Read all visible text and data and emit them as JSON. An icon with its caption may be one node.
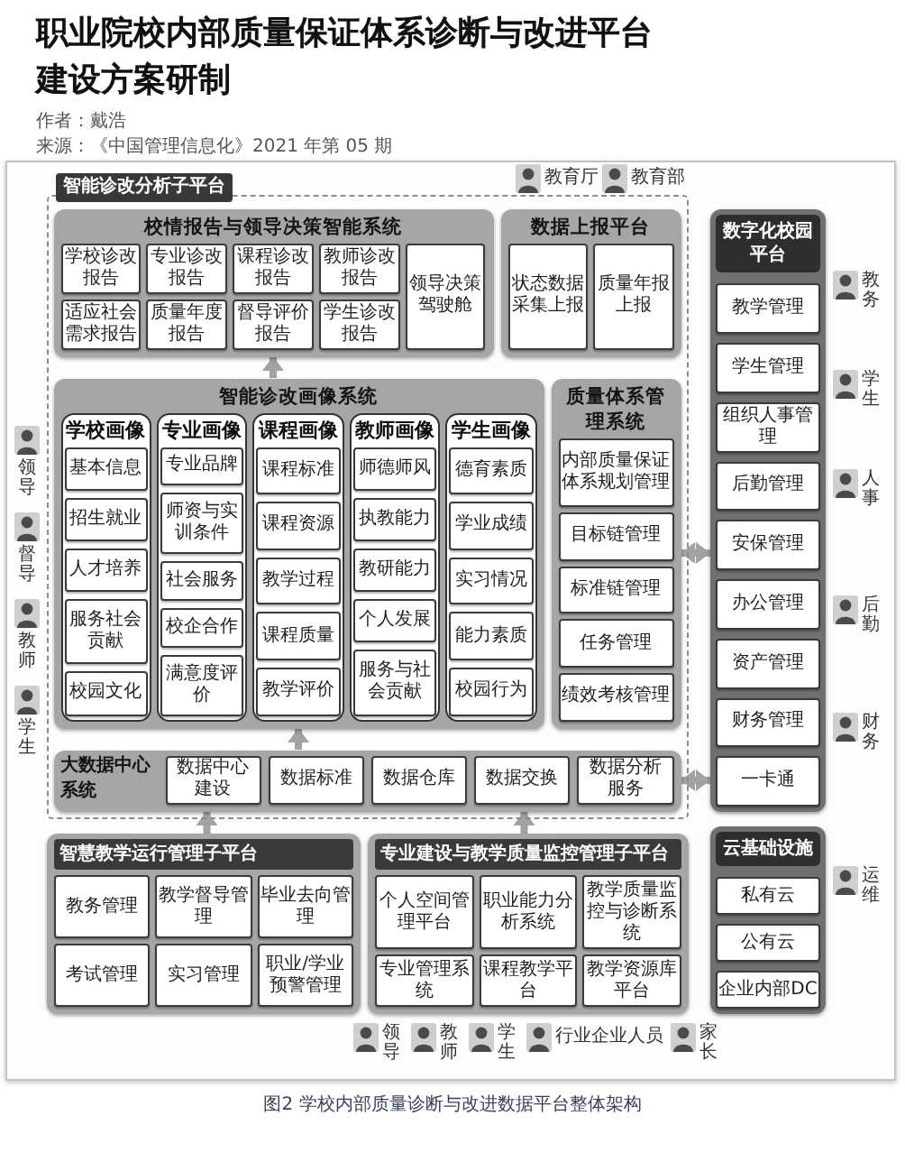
{
  "diagram": {
    "title": "职业院校内部质量保证体系诊断与改进平台建设方案研制",
    "caption": "图2 学校内部质量诊断与改进数据平台整体架构",
    "nodes": [
      {
        "text": [
          "智能诊改分析子平台"
        ]
      },
      {
        "text": [
          "校情报告与领导决策智能系统"
        ],
        "in": 0
      },
      {
        "text": [
          "学校诊改报告"
        ],
        "in": 1
      },
      {
        "text": [
          "专业诊改报告"
        ],
        "in": 1
      },
      {
        "text": [
          "课程诊改报告"
        ],
        "in": 1
      },
      {
        "text": [
          "教师诊改报告"
        ],
        "in": 1
      },
      {
        "text": [
          "领导决策驾驶舱"
        ],
        "in": 1
      },
      {
        "text": [
          "适应社会需求报告"
        ],
        "in": 1
      },
      {
        "text": [
          "质量年度报告"
        ],
        "in": 1
      },
      {
        "text": [
          "督导评价报告"
        ],
        "in": 1
      },
      {
        "text": [
          "学生诊改报告"
        ],
        "in": 1
      },
      {
        "text": [
          "数据上报平台"
        ],
        "in": 0
      },
      {
        "text": [
          "状态数据采集上报"
        ],
        "in": 11
      },
      {
        "text": [
          "质量年报上报"
        ],
        "in": 11
      },
      {
        "text": [
          "数字化校园平台"
        ]
      },
      {
        "text": [
          "教学管理"
        ],
        "in": 14
      },
      {
        "text": [
          "学生管理"
        ],
        "in": 14
      },
      {
        "text": [
          "组织人事管理"
        ],
        "in": 14
      },
      {
        "text": [
          "后勤管理"
        ],
        "in": 14
      },
      {
        "text": [
          "安保管理"
        ],
        "in": 14
      },
      {
        "text": [
          "办公管理"
        ],
        "in": 14
      },
      {
        "text": [
          "资产管理"
        ],
        "in": 14
      },
      {
        "text": [
          "财务管理"
        ],
        "in": 14
      },
      {
        "text": [
          "一卡通"
        ],
        "in": 14
      },
      {
        "text": [
          "智能诊改画像系统"
        ],
        "in": 0
      },
      {
        "text": [
          "学校画像"
        ],
        "in": 24
      },
      {
        "text": [
          "基本信息"
        ],
        "in": 25
      },
      {
        "text": [
          "招生就业"
        ],
        "in": 25
      },
      {
        "text": [
          "人才培养"
        ],
        "in": 25
      },
      {
        "text": [
          "服务社会贡献"
        ],
        "in": 25
      },
      {
        "text": [
          "校园文化"
        ],
        "in": 25
      },
      {
        "text": [
          "专业画像"
        ],
        "in": 24
      },
      {
        "text": [
          "专业品牌"
        ],
        "in": 31
      },
      {
        "text": [
          "师资与实训条件"
        ],
        "in": 31
      },
      {
        "text": [
          "社会服务"
        ],
        "in": 31
      },
      {
        "text": [
          "校企合作"
        ],
        "in": 31
      },
      {
        "text": [
          "满意度评价"
        ],
        "in": 31
      },
      {
        "text": [
          "课程画像"
        ],
        "in": 24
      },
      {
        "text": [
          "课程标准"
        ],
        "in": 37
      },
      {
        "text": [
          "课程资源"
        ],
        "in": 37
      },
      {
        "text": [
          "教学过程"
        ],
        "in": 37
      },
      {
        "text": [
          "课程质量"
        ],
        "in": 37
      },
      {
        "text": [
          "教学评价"
        ],
        "in": 37
      },
      {
        "text": [
          "教师画像"
        ],
        "in": 24
      },
      {
        "text": [
          "师德师风"
        ],
        "in": 43
      },
      {
        "text": [
          "执教能力"
        ],
        "in": 43
      },
      {
        "text": [
          "教研能力"
        ],
        "in": 43
      },
      {
        "text": [
          "个人发展"
        ],
        "in": 43
      },
      {
        "text": [
          "服务与社会贡献"
        ],
        "in": 43
      },
      {
        "text": [
          "学生画像"
        ],
        "in": 24
      },
      {
        "text": [
          "德育素质"
        ],
        "in": 49
      },
      {
        "text": [
          "学业成绩"
        ],
        "in": 49
      },
      {
        "text": [
          "实习情况"
        ],
        "in": 49
      },
      {
        "text": [
          "能力素质"
        ],
        "in": 49
      },
      {
        "text": [
          "校园行为"
        ],
        "in": 49
      },
      {
        "text": [
          "质量体系管理系统"
        ],
        "in": 0
      },
      {
        "text": [
          "内部质量保证体系规划管理"
        ],
        "in": 55
      },
      {
        "text": [
          "目标链管理"
        ],
        "in": 55
      },
      {
        "text": [
          "标准链管理"
        ],
        "in": 55
      },
      {
        "text": [
          "任务管理"
        ],
        "in": 55
      },
      {
        "text": [
          "绩效考核管理"
        ],
        "in": 55
      },
      {
        "text": [
          "大数据中心系统"
        ],
        "in": 0
      },
      {
        "text": [
          "数据中心建设"
        ],
        "in": 61
      },
      {
        "text": [
          "数据标准"
        ],
        "in": 61
      },
      {
        "text": [
          "数据仓库"
        ],
        "in": 61
      },
      {
        "text": [
          "数据交换"
        ],
        "in": 61
      },
      {
        "text": [
          "数据分析服务"
        ],
        "in": 61
      },
      {
        "text": [
          "智慧教学运行管理子平台"
        ]
      },
      {
        "text": [
          "教务管理"
        ],
        "in": 67
      },
      {
        "text": [
          "教学督导管理"
        ],
        "in": 67
      },
      {
        "text": [
          "毕业去向管理"
        ],
        "in": 67
      },
      {
        "text": [
          "考试管理"
        ],
        "in": 67
      },
      {
        "text": [
          "实习管理"
        ],
        "in": 67
      },
      {
        "text": [
          "职业/学业预警管理"
        ],
        "in": 67
      },
      {
        "text": [
          "专业建设与教学质量监控管理子平台"
        ]
      },
      {
        "text": [
          "个人空间管理平台"
        ],
        "in": 74
      },
      {
        "text": [
          "职业能力分析系统"
        ],
        "in": 74
      },
      {
        "text": [
          "教学质量监控与诊断系统"
        ],
        "in": 74
      },
      {
        "text": [
          "专业管理系统"
        ],
        "in": 74
      },
      {
        "text": [
          "课程教学平台"
        ],
        "in": 74
      },
      {
        "text": [
          "教学资源库平台"
        ],
        "in": 74
      },
      {
        "text": [
          "云基础设施"
        ]
      },
      {
        "text": [
          "私有云"
        ],
        "in": 81
      },
      {
        "text": [
          "公有云"
        ],
        "in": 81
      },
      {
        "text": [
          "企业内部DC"
        ],
        "in": 81
      }
    ],
    "edges": [
      {
        "from": 24,
        "to": 1,
        "arrow": "to"
      },
      {
        "from": 61,
        "to": 24,
        "arrow": "to"
      },
      {
        "from": 67,
        "to": 61,
        "arrow": "to"
      },
      {
        "from": 74,
        "to": 61,
        "arrow": "to"
      },
      {
        "from": 55,
        "to": 14,
        "arrow": "both"
      },
      {
        "from": 61,
        "to": 14,
        "arrow": "both"
      }
    ],
    "labels": [
      "作者：戴浩",
      "来源：《中国管理信息化》2021 年第 05 期",
      "教育厅",
      "教育部",
      "领导",
      "督导",
      "教师",
      "学生",
      "教务",
      "学生",
      "人事",
      "后勤",
      "财务",
      "运维",
      "领导",
      "教师",
      "学生",
      "行业企业人员",
      "家长"
    ]
  }
}
